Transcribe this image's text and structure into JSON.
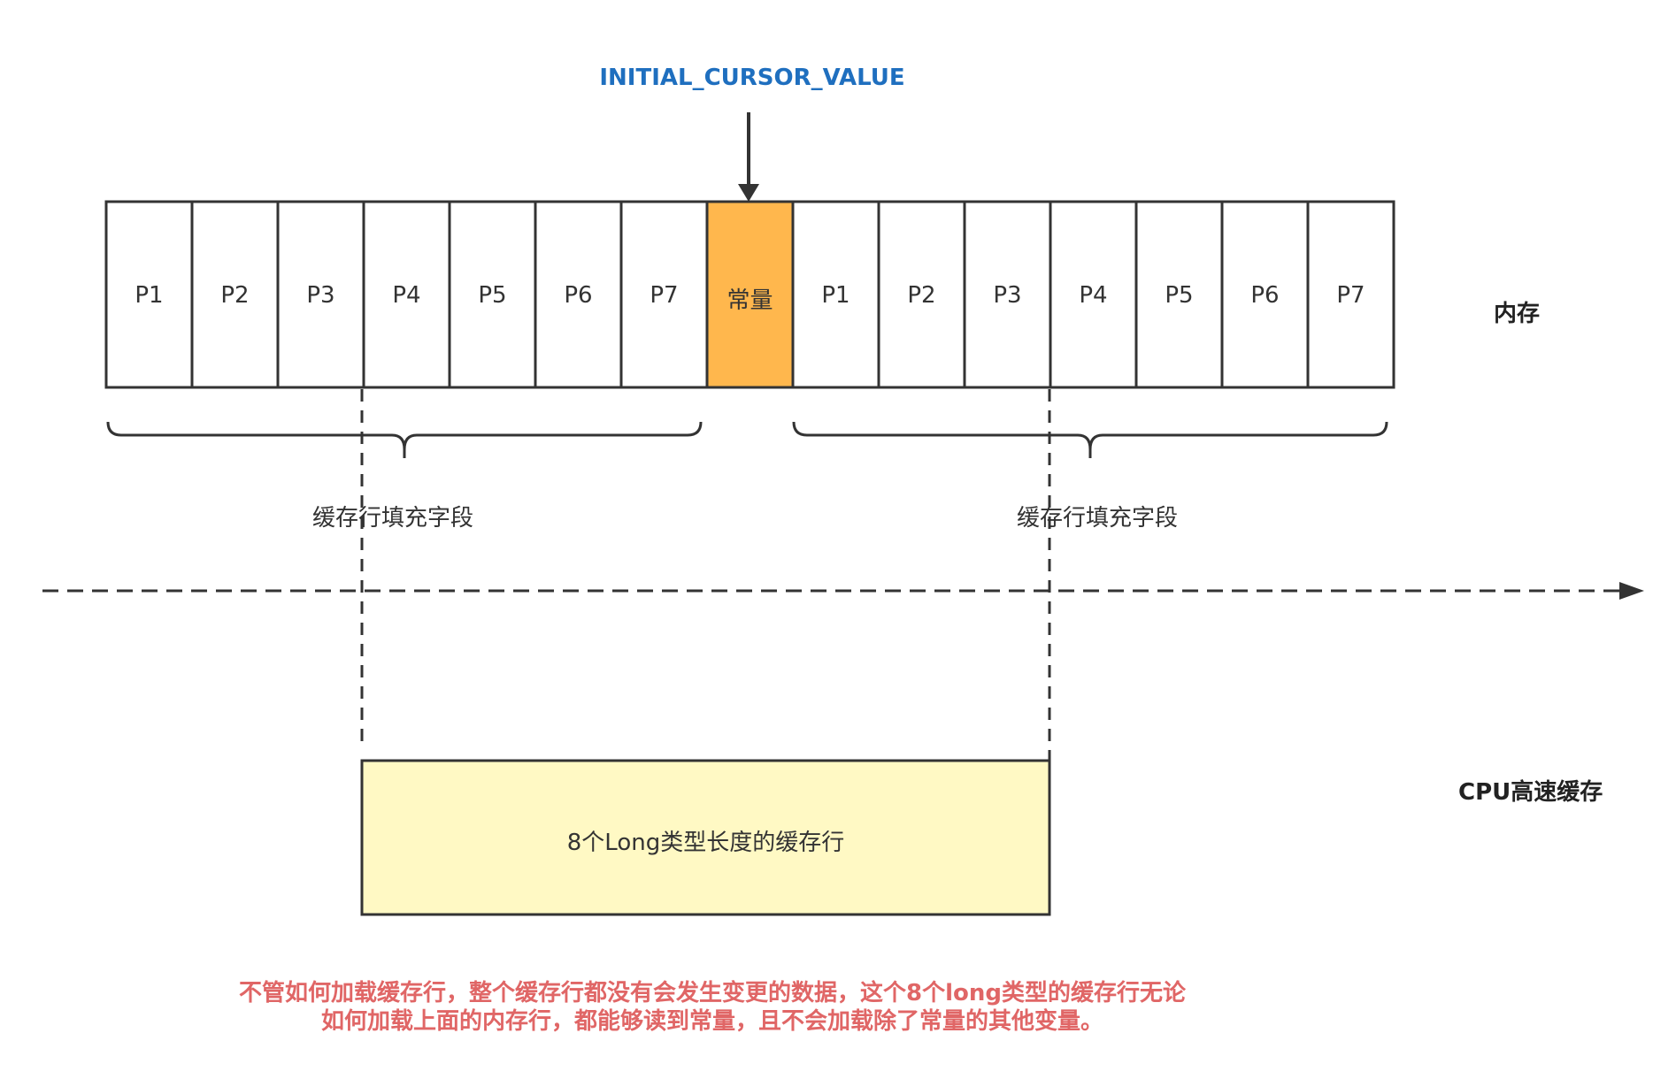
{
  "pointer_label": "INITIAL_CURSOR_VALUE",
  "memory_cells": [
    "P1",
    "P2",
    "P3",
    "P4",
    "P5",
    "P6",
    "P7",
    "常量",
    "P1",
    "P2",
    "P3",
    "P4",
    "P5",
    "P6",
    "P7"
  ],
  "highlighted_cell_index": 7,
  "memory_label": "内存",
  "padding_label_left": "缓存行填充字段",
  "padding_label_right": "缓存行填充字段",
  "cpu_cache_label": "CPU高速缓存",
  "cache_line_label": "8个Long类型长度的缓存行",
  "note_line1": "不管如何加载缓存行，整个缓存行都没有会发生变更的数据，这个8个long类型的缓存行无论",
  "note_line2": "如何加载上面的内存行，都能够读到常量，且不会加载除了常量的其他变量。",
  "colors": {
    "highlight": "#FFB74D",
    "cache_fill": "#FFF9C4",
    "pointer_text": "#1F6FBF",
    "note_text": "#E06666",
    "stroke": "#333333"
  }
}
